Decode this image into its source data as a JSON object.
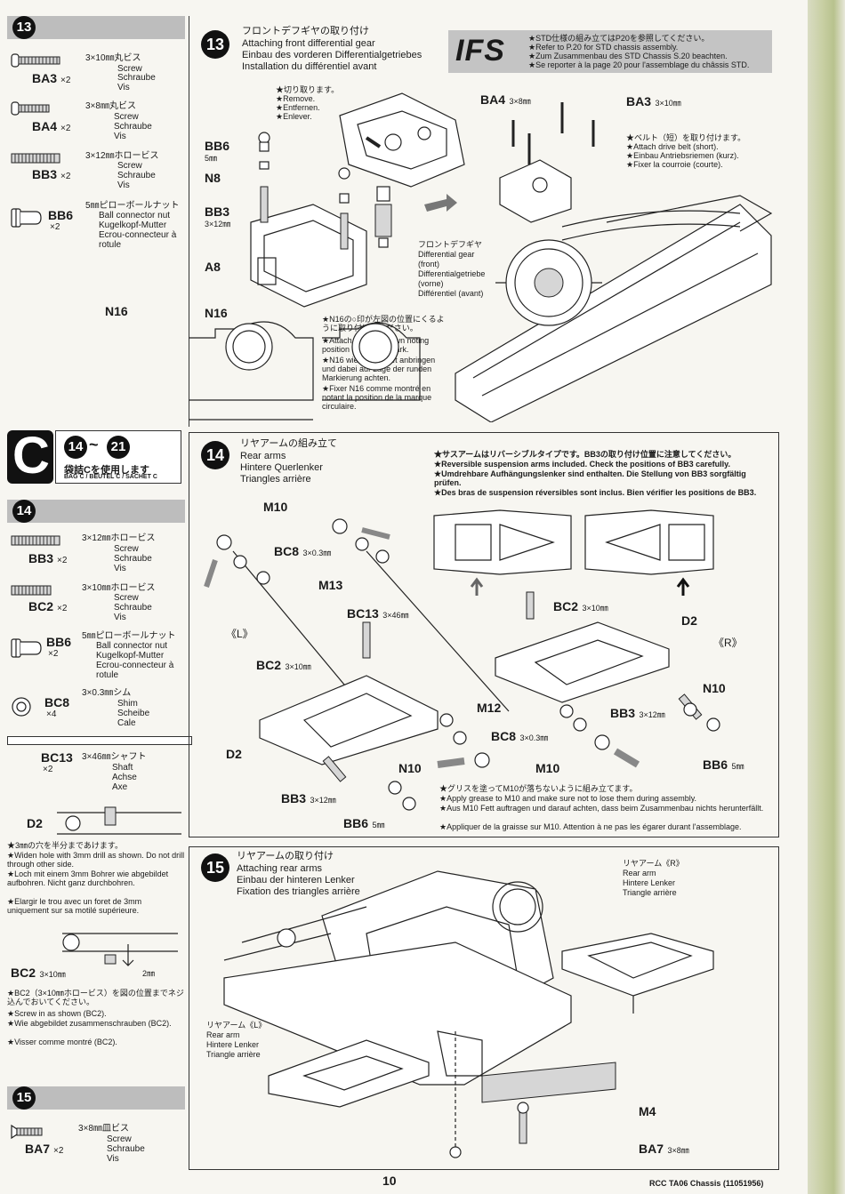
{
  "left_col": {
    "step13": {
      "num": "13",
      "parts": [
        {
          "code": "BA3",
          "qty": "×2",
          "spec": "3×10㎜丸ビス",
          "names": [
            "Screw",
            "Schraube",
            "Vis"
          ]
        },
        {
          "code": "BA4",
          "qty": "×2",
          "spec": "3×8㎜丸ビス",
          "names": [
            "Screw",
            "Schraube",
            "Vis"
          ]
        },
        {
          "code": "BB3",
          "qty": "×2",
          "spec": "3×12㎜ホロービス",
          "names": [
            "Screw",
            "Schraube",
            "Vis"
          ]
        },
        {
          "code": "BB6",
          "qty": "×2",
          "spec": "5㎜ピローボールナット",
          "names": [
            "Ball connector nut",
            "Kugelkopf-Mutter",
            "Ecrou-connecteur à rotule"
          ]
        }
      ]
    },
    "bagC": {
      "letter": "C",
      "range_start": "14",
      "range_sep": "~",
      "range_end": "21",
      "jp": "袋詰Cを使用します",
      "en": "BAG C / BEUTEL C / SACHET C"
    },
    "step14": {
      "num": "14",
      "parts": [
        {
          "code": "BB3",
          "qty": "×2",
          "spec": "3×12㎜ホロービス",
          "names": [
            "Screw",
            "Schraube",
            "Vis"
          ]
        },
        {
          "code": "BC2",
          "qty": "×2",
          "spec": "3×10㎜ホロービス",
          "names": [
            "Screw",
            "Schraube",
            "Vis"
          ]
        },
        {
          "code": "BB6",
          "qty": "×2",
          "spec": "5㎜ピローボールナット",
          "names": [
            "Ball connector nut",
            "Kugelkopf-Mutter",
            "Ecrou-connecteur à rotule"
          ]
        },
        {
          "code": "BC8",
          "qty": "×4",
          "spec": "3×0.3㎜シム",
          "names": [
            "Shim",
            "Scheibe",
            "Cale"
          ]
        },
        {
          "code": "BC13",
          "qty": "×2",
          "spec": "3×46㎜シャフト",
          "names": [
            "Shaft",
            "Achse",
            "Axe"
          ]
        }
      ],
      "d2_label": "D2",
      "drill_notes": [
        "★3㎜の穴を半分まであけます。",
        "★Widen hole with 3mm drill as shown. Do not drill through other side.",
        "★Loch mit einem 3mm Bohrer wie abgebildet aufbohren. Nicht ganz durchbohren.",
        "★Elargir le trou avec un foret de 3mm uniquement sur sa motilé supérieure."
      ],
      "bc2_label": "BC2",
      "bc2_size": "3×10㎜",
      "dim_label": "2㎜",
      "screw_notes": [
        "★BC2（3×10㎜ホロービス）を図の位置までネジ込んでおいてください。",
        "★Screw in as shown (BC2).",
        "★Wie abgebildet zusammenschrauben (BC2).",
        "★Visser comme montré (BC2)."
      ]
    },
    "step15": {
      "num": "15",
      "parts": [
        {
          "code": "BA7",
          "qty": "×2",
          "spec": "3×8㎜皿ビス",
          "names": [
            "Screw",
            "Schraube",
            "Vis"
          ]
        }
      ]
    }
  },
  "step13": {
    "num": "13",
    "title_jp": "フロントデフギヤの取り付け",
    "title_en": "Attaching front differential gear",
    "title_de": "Einbau des vorderen Differentialgetriebes",
    "title_fr": "Installation du différentiel avant",
    "ifs": "IFS",
    "ifs_notes": [
      "★STD仕様の組み立てはP20を参照してください。",
      "★Refer to P.20 for STD chassis assembly.",
      "★Zum Zusammenbau des STD Chassis S.20 beachten.",
      "★Se reporter à la page 20 pour l'assemblage du châssis STD."
    ],
    "remove_notes": [
      "★切り取ります。",
      "★Remove.",
      "★Entfernen.",
      "★Enlever."
    ],
    "labels": {
      "bb6": "BB6",
      "bb6_size": "5㎜",
      "n8": "N8",
      "bb3": "BB3",
      "bb3_size": "3×12㎜",
      "a8": "A8",
      "ba4": "BA4",
      "ba4_size": "3×8㎜",
      "ba3": "BA3",
      "ba3_size": "3×10㎜",
      "n16a": "N16",
      "n16b": "N16"
    },
    "belt_notes": [
      "★ベルト（短）を取り付けます。",
      "★Attach drive belt (short).",
      "★Einbau Antriebsriemen (kurz).",
      "★Fixer la courroie (courte)."
    ],
    "diff_label": [
      "フロントデフギヤ",
      "Differential gear",
      "(front)",
      "Differentialgetriebe",
      "(vorne)",
      "Différentiel (avant)"
    ],
    "n16_notes": [
      "★N16の○印が左図の位置にくるように取り付けてください。",
      "★Attach N16 as shown noting position of circular mark.",
      "★N16 wie abgebildet anbringen und dabei auf Lage der runden Markierung achten.",
      "★Fixer N16 comme montré en notant la position de la marque circulaire."
    ]
  },
  "step14": {
    "num": "14",
    "title_jp": "リヤアームの組み立て",
    "title_en": "Rear arms",
    "title_de": "Hintere Querlenker",
    "title_fr": "Triangles arrière",
    "notes": [
      "★サスアームはリバーシブルタイプです。BB3の取り付け位置に注意してください。",
      "★Reversible suspension arms included. Check the positions of BB3 carefully.",
      "★Umdrehbare Aufhängungslenker sind enthalten. Die Stellung von BB3 sorgfältig prüfen.",
      "★Des bras de suspension réversibles sont inclus. Bien vérifier les positions de BB3."
    ],
    "labels": {
      "m10a": "M10",
      "bc8": "BC8",
      "bc8_size": "3×0.3㎜",
      "m13": "M13",
      "bc13": "BC13",
      "bc13_size": "3×46㎜",
      "left": "《L》",
      "right": "《R》",
      "bc2a": "BC2",
      "bc2a_size": "3×10㎜",
      "bc2b": "BC2",
      "bc2b_size": "3×10㎜",
      "d2a": "D2",
      "d2b": "D2",
      "n10a": "N10",
      "n10b": "N10",
      "m12": "M12",
      "bc8b": "BC8",
      "bc8b_size": "3×0.3㎜",
      "m10b": "M10",
      "bb3a": "BB3",
      "bb3a_size": "3×12㎜",
      "bb3b": "BB3",
      "bb3b_size": "3×12㎜",
      "bb6a": "BB6",
      "bb6a_size": "5㎜",
      "bb6b": "BB6",
      "bb6b_size": "5㎜"
    },
    "grease_notes": [
      "★グリスを塗ってM10が落ちないように組み立てます。",
      "★Apply grease to M10 and make sure not to lose them during assembly.",
      "★Aus M10 Fett auftragen und darauf achten, dass beim Zusammenbau nichts herunterfällt.",
      "★Appliquer de la graisse sur M10. Attention à ne pas les égarer durant l'assemblage."
    ]
  },
  "step15": {
    "num": "15",
    "title_jp": "リヤアームの取り付け",
    "title_en": "Attaching rear arms",
    "title_de": "Einbau der hinteren Lenker",
    "title_fr": "Fixation des triangles arrière",
    "right_arm": [
      "リヤアーム《R》",
      "Rear arm",
      "Hintere Lenker",
      "Triangle arrière"
    ],
    "left_arm": [
      "リヤアーム《L》",
      "Rear arm",
      "Hintere Lenker",
      "Triangle arrière"
    ],
    "m4": "M4",
    "ba7": "BA7",
    "ba7_size": "3×8㎜"
  },
  "footer": {
    "page": "10",
    "model": "RCC TA06 Chassis (11051956)"
  }
}
